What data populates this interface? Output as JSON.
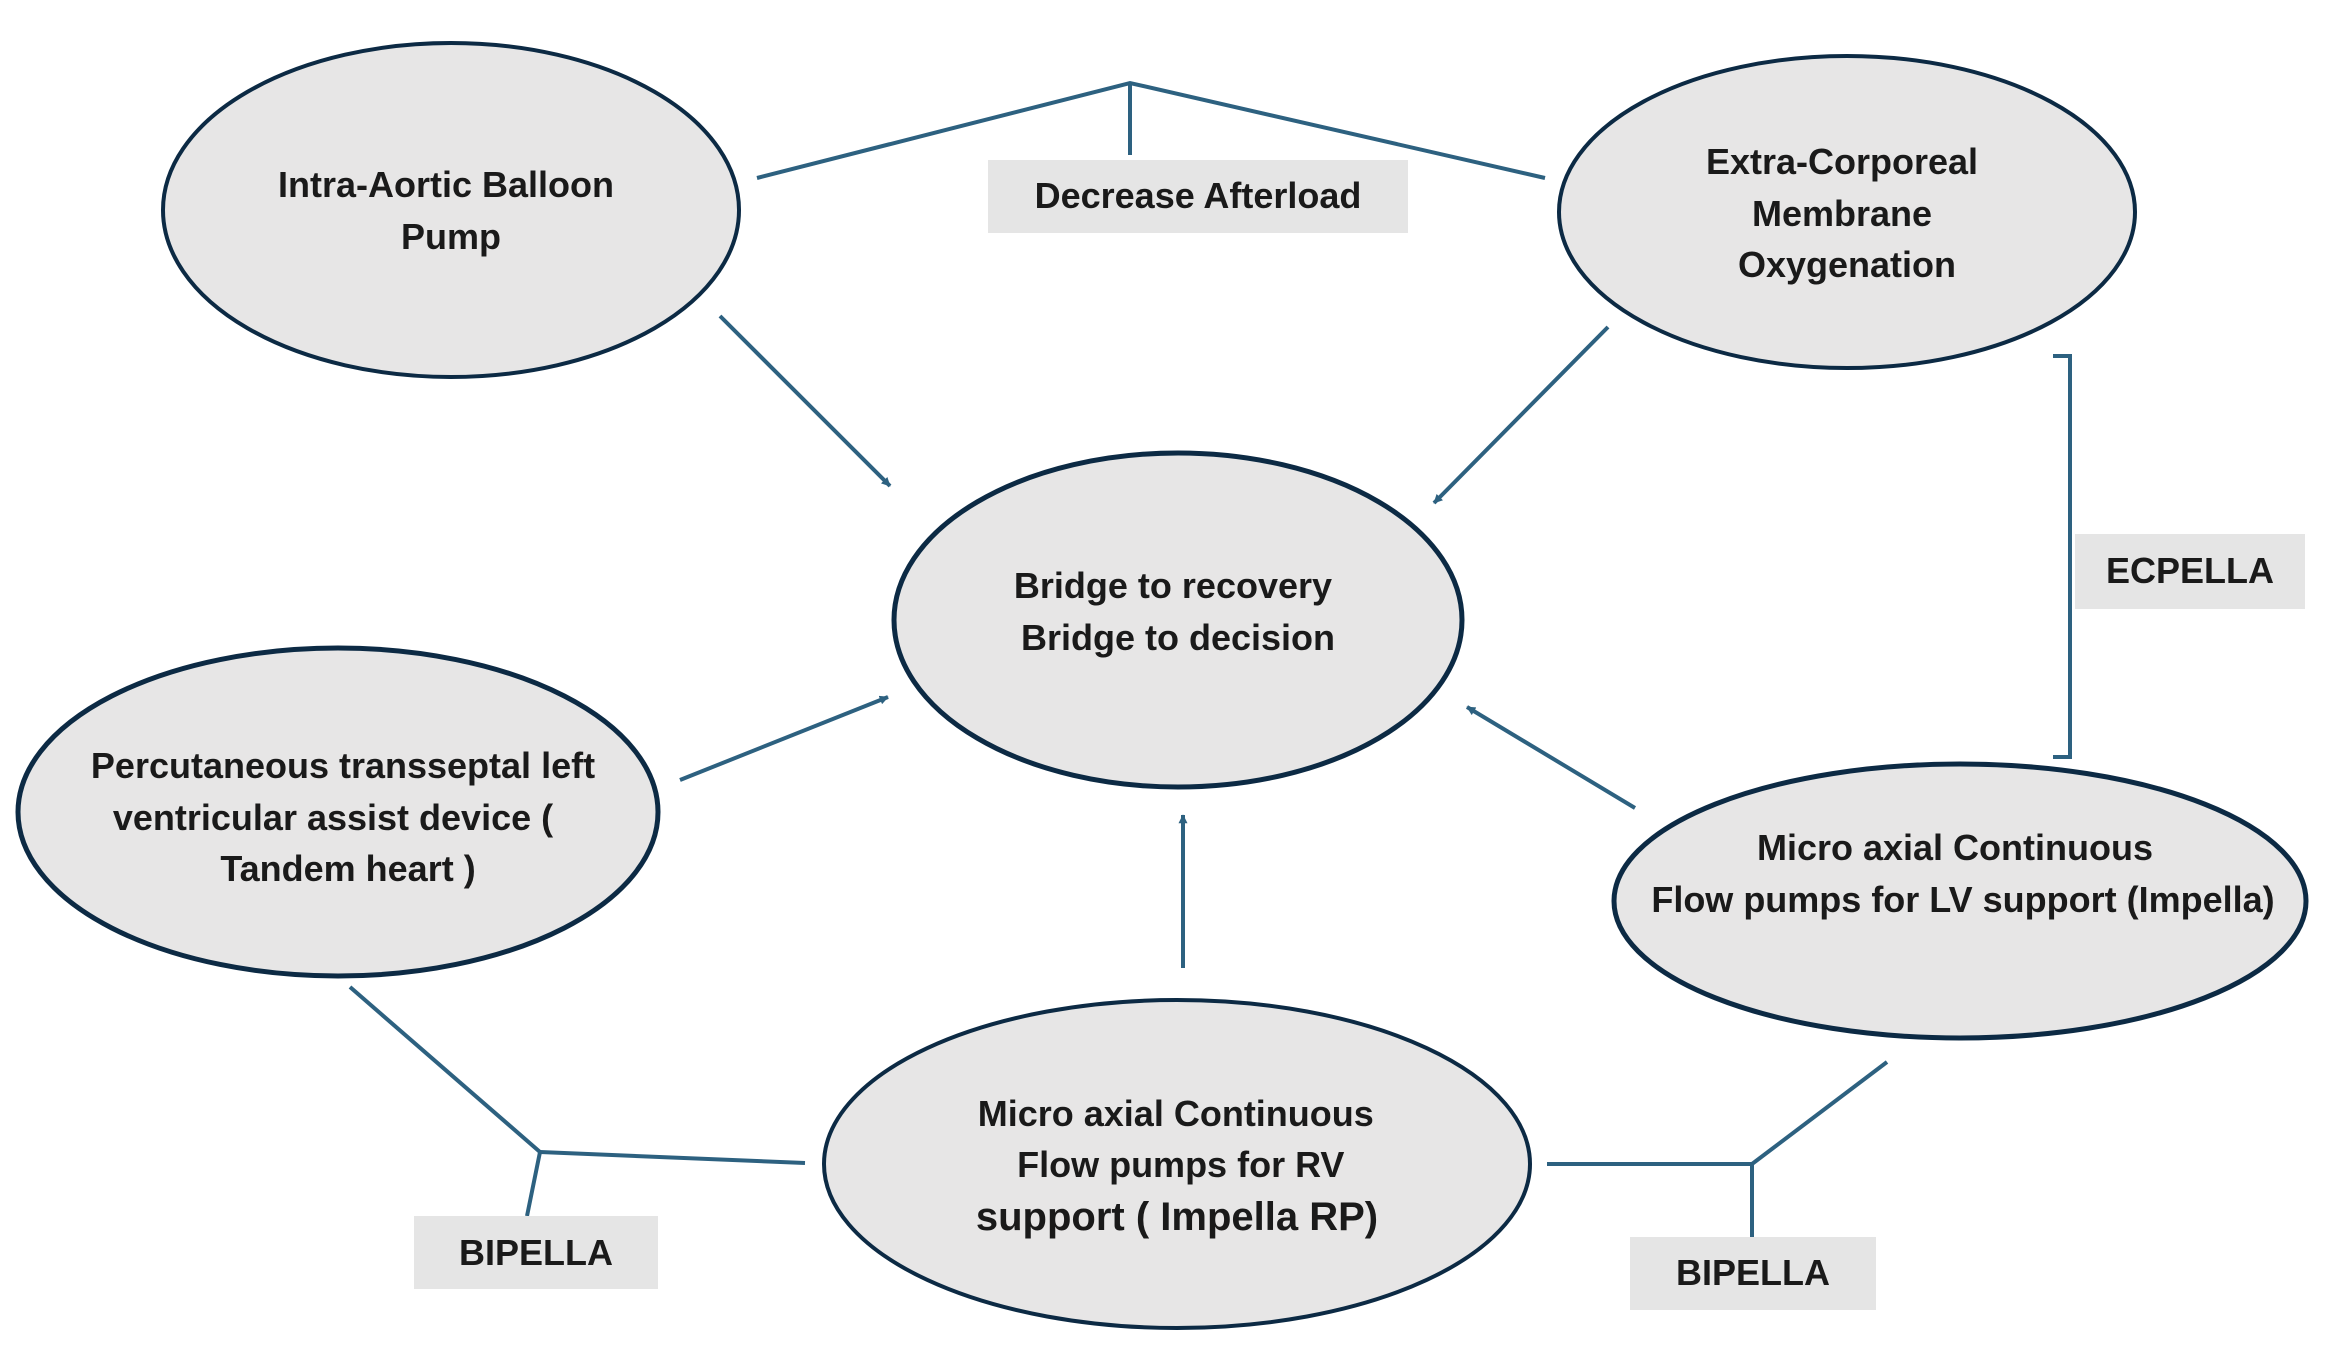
{
  "colors": {
    "ellipse_fill": "#e7e6e6",
    "ellipse_stroke": "#0c2a44",
    "connector": "#2d6180",
    "label_box_fill": "#e5e5e5",
    "text": "#1a1a1a"
  },
  "nodes": {
    "iabp": {
      "lines": [
        "Intra-Aortic Balloon",
        "Pump"
      ]
    },
    "ecmo": {
      "lines": [
        "Extra-Corporeal",
        "Membrane",
        "Oxygenation"
      ]
    },
    "center": {
      "lines": [
        "Bridge to recovery",
        "Bridge to decision"
      ]
    },
    "tandem": {
      "lines": [
        "Percutaneous transseptal left",
        "ventricular assist device (",
        "Tandem heart )"
      ]
    },
    "impella_lv": {
      "lines": [
        "Micro axial Continuous",
        "Flow pumps for LV support (Impella)"
      ]
    },
    "impella_rp": {
      "lines": [
        "Micro axial Continuous",
        "Flow pumps for RV",
        "support ( Impella RP)"
      ]
    }
  },
  "labels": {
    "decrease_afterload": "Decrease Afterload",
    "ecpella": "ECPELLA",
    "bipella_left": "BIPELLA",
    "bipella_right": "BIPELLA"
  }
}
